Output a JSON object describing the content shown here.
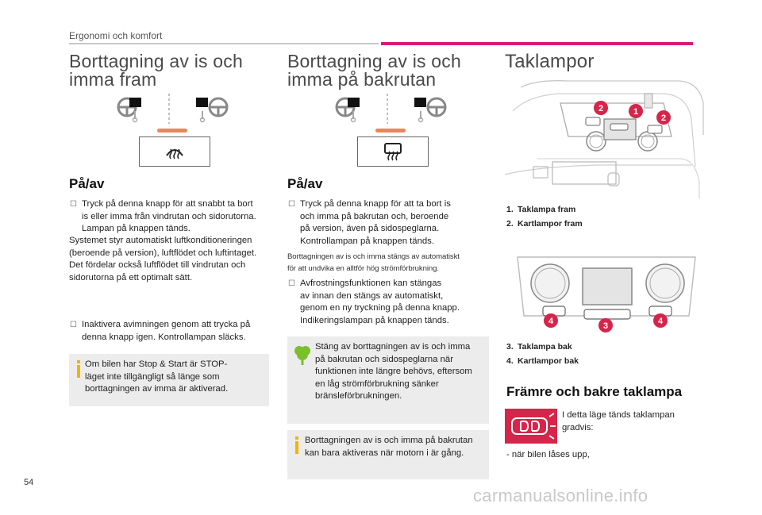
{
  "header": {
    "section": "Ergonomi och komfort"
  },
  "col1": {
    "title": [
      "Borttagning av is och",
      "imma fram"
    ],
    "subtitle": "På/av",
    "bullet1": [
      "Tryck på denna knapp för att snabbt ta bort",
      "is eller imma från vindrutan och sidorutorna.",
      "Lampan på knappen tänds."
    ],
    "para1": [
      "Systemet styr automatiskt luftkonditioneringen",
      "(beroende på version), luftflödet och luftintaget.",
      "Det fördelar också luftflödet till vindrutan och",
      "sidorutorna på ett optimalt sätt."
    ],
    "bullet2": [
      "Inaktivera avimningen genom att trycka på",
      "denna knapp igen. Kontrollampan släcks."
    ],
    "info": [
      "Om bilen har Stop & Start är STOP-",
      "läget inte tillgängligt så länge som",
      "borttagningen av imma är aktiverad."
    ]
  },
  "col2": {
    "title": [
      "Borttagning av is och",
      "imma på bakrutan"
    ],
    "subtitle": "På/av",
    "bullet1": [
      "Tryck på denna knapp för att ta bort is",
      "och imma på bakrutan och, beroende",
      "på version, även på sidospeglarna.",
      "Kontrollampan på knappen tänds."
    ],
    "note": [
      "Borttagningen av is och imma stängs av automatiskt",
      "för att undvika en alltför hög strömförbrukning."
    ],
    "bullet2": [
      "Avfrostningsfunktionen kan stängas",
      "av innan den stängs av automatiskt,",
      "genom en ny tryckning på denna knapp.",
      "Indikeringslampan på knappen tänds."
    ],
    "eco": [
      "Stäng av borttagningen av is och imma",
      "på bakrutan och sidospeglarna när",
      "funktionen inte längre behövs, eftersom",
      "en låg strömförbrukning sänker",
      "bränsleförbrukningen."
    ],
    "info": [
      "Borttagningen av is och imma på bakrutan",
      "kan bara aktiveras när motorn i är gång."
    ]
  },
  "col3": {
    "title": "Taklampor",
    "legend_top": [
      {
        "num": "1.",
        "label": "Taklampa fram"
      },
      {
        "num": "2.",
        "label": "Kartlampor fram"
      }
    ],
    "legend_bottom": [
      {
        "num": "3.",
        "label": "Taklampa bak"
      },
      {
        "num": "4.",
        "label": "Kartlampor bak"
      }
    ],
    "markers_top": [
      "2",
      "1",
      "2"
    ],
    "markers_bottom": [
      "4",
      "3",
      "4"
    ],
    "subtitle": "Främre och bakre taklampa",
    "mode_text": [
      "I detta läge tänds taklampan",
      "gradvis:"
    ],
    "dash_item": "-   när bilen låses upp,"
  },
  "footer": {
    "page_number": "54",
    "watermark": "carmanualsonline.info"
  },
  "colors": {
    "accent": "#d81b7a",
    "marker": "#d6254a",
    "lamp": "#e8875a",
    "eco": "#7bbf2a",
    "info_icon": "#f0b400"
  }
}
